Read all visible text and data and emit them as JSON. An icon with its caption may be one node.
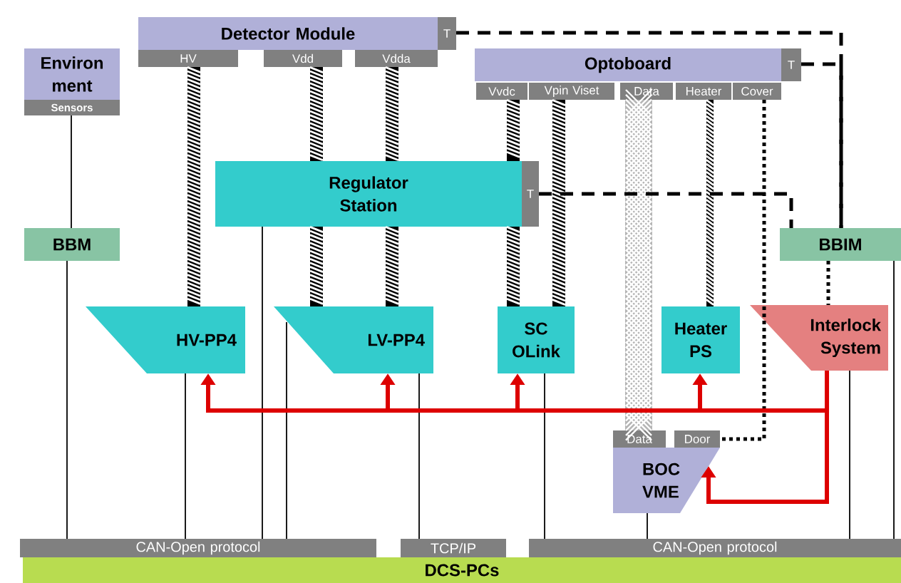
{
  "diagram": {
    "nodes": [
      {
        "text": [
          "Environ ment"
        ]
      },
      {
        "text": [
          "Sensors"
        ]
      },
      {
        "text": [
          "Detector Module"
        ]
      },
      {
        "text": [
          "T"
        ]
      },
      {
        "text": [
          "HV"
        ]
      },
      {
        "text": [
          "Vdd"
        ]
      },
      {
        "text": [
          "Vdda"
        ]
      },
      {
        "text": [
          "Optoboard"
        ]
      },
      {
        "text": [
          "T"
        ]
      },
      {
        "text": [
          "Vvdc"
        ]
      },
      {
        "text": [
          "Vpin Viset"
        ]
      },
      {
        "text": [
          "Data"
        ]
      },
      {
        "text": [
          "Heater"
        ]
      },
      {
        "text": [
          "Cover"
        ]
      },
      {
        "text": [
          "Regulator Station"
        ]
      },
      {
        "text": [
          "T"
        ]
      },
      {
        "text": [
          "BBM"
        ]
      },
      {
        "text": [
          "BBIM"
        ]
      },
      {
        "text": [
          "HV-PP4"
        ]
      },
      {
        "text": [
          "LV-PP4"
        ]
      },
      {
        "text": [
          "SC OLink"
        ]
      },
      {
        "text": [
          "Heater PS"
        ]
      },
      {
        "text": [
          "Interlock System"
        ]
      },
      {
        "text": [
          "Data"
        ]
      },
      {
        "text": [
          "Door"
        ]
      },
      {
        "text": [
          "BOC VME"
        ]
      },
      {
        "text": [
          "CAN-Open protocol"
        ]
      },
      {
        "text": [
          "TCP/IP"
        ]
      },
      {
        "text": [
          "CAN-Open protocol"
        ]
      },
      {
        "text": [
          "DCS-PCs"
        ]
      }
    ],
    "edges": [
      {
        "from": 4,
        "to": 18,
        "arrow": "none",
        "style": "thick"
      },
      {
        "from": 5,
        "to": 14,
        "arrow": "none",
        "style": "thick"
      },
      {
        "from": 14,
        "to": 19,
        "arrow": "none",
        "style": "thick"
      },
      {
        "from": 6,
        "to": 14,
        "arrow": "none",
        "style": "thick"
      },
      {
        "from": 14,
        "to": 19,
        "arrow": "none",
        "style": "thick"
      },
      {
        "from": 9,
        "to": 14,
        "arrow": "none",
        "style": "thick"
      },
      {
        "from": 14,
        "to": 20,
        "arrow": "none",
        "style": "thick"
      },
      {
        "from": 10,
        "to": 20,
        "arrow": "none",
        "style": "thick"
      },
      {
        "from": 11,
        "to": 23,
        "arrow": "none",
        "style": "thick",
        "color": "#b4b4b4"
      },
      {
        "from": 12,
        "to": 21,
        "arrow": "none",
        "style": "thick"
      },
      {
        "from": 13,
        "to": 24,
        "arrow": "none",
        "style": "dashed"
      },
      {
        "from": 3,
        "to": 17,
        "arrow": "none",
        "style": "dashed"
      },
      {
        "from": 8,
        "to": 17,
        "arrow": "none",
        "style": "dashed"
      },
      {
        "from": 15,
        "to": 17,
        "arrow": "none",
        "style": "dashed"
      },
      {
        "from": 17,
        "to": 22,
        "arrow": "none",
        "style": "dashed"
      },
      {
        "from": 1,
        "to": 16,
        "arrow": "none"
      },
      {
        "from": 16,
        "to": 26,
        "arrow": "none"
      },
      {
        "from": 18,
        "to": 26,
        "arrow": "none"
      },
      {
        "from": 14,
        "to": 26,
        "arrow": "none"
      },
      {
        "from": 19,
        "to": 26,
        "arrow": "none"
      },
      {
        "from": 19,
        "to": 27,
        "arrow": "none"
      },
      {
        "from": 20,
        "to": 28,
        "arrow": "none"
      },
      {
        "from": 25,
        "to": 28,
        "arrow": "none"
      },
      {
        "from": 22,
        "to": 28,
        "arrow": "none"
      },
      {
        "from": 17,
        "to": 28,
        "arrow": "none"
      },
      {
        "from": 22,
        "to": 18,
        "arrow": "to",
        "color": "#dd0000"
      },
      {
        "from": 22,
        "to": 19,
        "arrow": "to",
        "color": "#dd0000"
      },
      {
        "from": 22,
        "to": 20,
        "arrow": "to",
        "color": "#dd0000"
      },
      {
        "from": 22,
        "to": 21,
        "arrow": "to",
        "color": "#dd0000"
      },
      {
        "from": 22,
        "to": 25,
        "arrow": "to",
        "color": "#dd0000"
      }
    ]
  }
}
